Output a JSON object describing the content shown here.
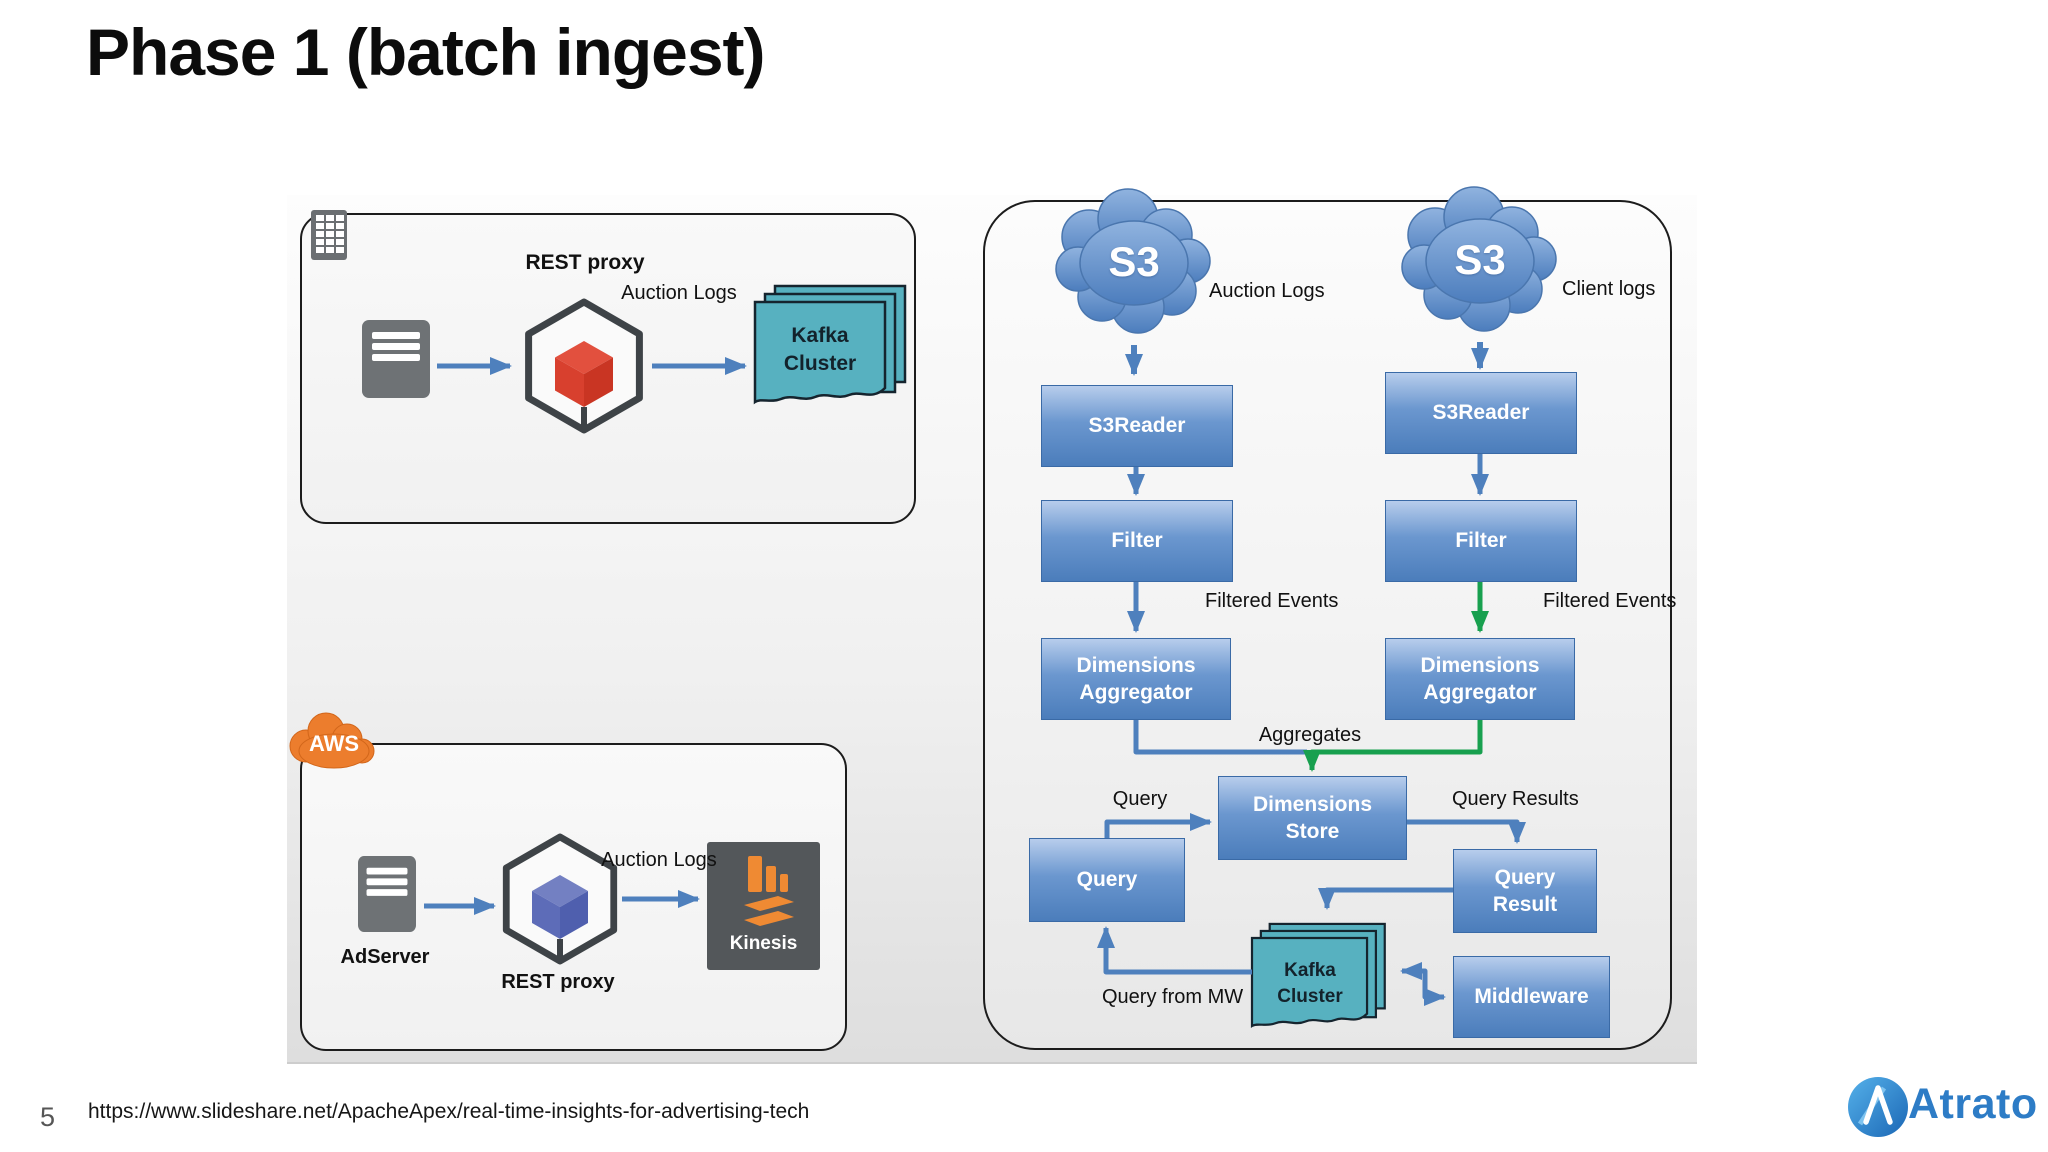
{
  "slide": {
    "title": "Phase 1 (batch ingest)",
    "page_number": "5",
    "source_url": "https://www.slideshare.net/ApacheApex/real-time-insights-for-advertising-tech",
    "brand": "Atrato"
  },
  "colors": {
    "arrow_blue": "#4e80bd",
    "arrow_green": "#18a04f",
    "node_blue_top": "#b7cdec",
    "node_blue_bottom": "#4b7dbb",
    "node_border": "#3a6aa6",
    "kafka_teal": "#57b1c0",
    "aws_orange": "#ec7d2d",
    "kinesis_orange": "#ef8a33",
    "brand_blue": "#2d7cc6"
  },
  "batch_box": {
    "rest_proxy": "REST proxy",
    "auction_logs": "Auction Logs",
    "kafka_cluster": "Kafka Cluster"
  },
  "aws_box": {
    "aws": "AWS",
    "adserver": "AdServer",
    "rest_proxy": "REST proxy",
    "auction_logs": "Auction Logs",
    "kinesis": "Kinesis"
  },
  "pipeline": {
    "s3_left": "S3",
    "s3_left_caption": "Auction Logs",
    "s3_right": "S3",
    "s3_right_caption": "Client logs",
    "s3reader_left": "S3Reader",
    "s3reader_right": "S3Reader",
    "filter_left": "Filter",
    "filter_right": "Filter",
    "filtered_events_left": "Filtered Events",
    "filtered_events_right": "Filtered Events",
    "dim_agg_left": "Dimensions Aggregator",
    "dim_agg_right": "Dimensions Aggregator",
    "aggregates": "Aggregates",
    "dimensions_store": "Dimensions Store",
    "query_edge": "Query",
    "query_node": "Query",
    "query_results_edge": "Query Results",
    "query_result_node": "Query Result",
    "kafka_cluster": "Kafka Cluster",
    "middleware": "Middleware",
    "query_from_mw_edge": "Query from MW"
  }
}
